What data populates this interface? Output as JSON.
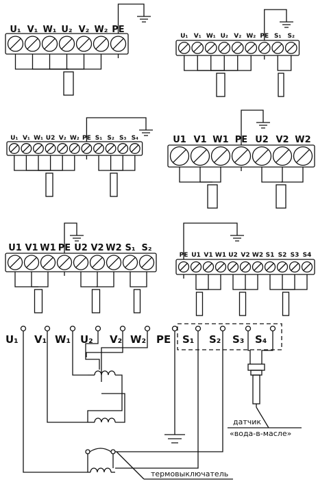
{
  "panels": [
    {
      "id": "a",
      "labels": [
        "U₁",
        "V₁",
        "W₁",
        "U₂",
        "V₂",
        "W₂",
        "PE"
      ]
    },
    {
      "id": "b",
      "labels": [
        "U₁",
        "V₁",
        "W₁",
        "U₂",
        "V₂",
        "W₂",
        "PE",
        "S₁",
        "S₂"
      ]
    },
    {
      "id": "c",
      "labels": [
        "U₁",
        "V₁",
        "W₁",
        "U2",
        "V₂",
        "W₂",
        "PE",
        "S₁",
        "S₂",
        "S₃",
        "S₄"
      ]
    },
    {
      "id": "d",
      "labels": [
        "U1",
        "V1",
        "W1",
        "PE",
        "U2",
        "V2",
        "W2"
      ]
    },
    {
      "id": "e",
      "labels": [
        "U1",
        "V1",
        "W1",
        "PE",
        "U2",
        "V2",
        "W2",
        "S₁",
        "S₂"
      ]
    },
    {
      "id": "f",
      "labels": [
        "PE",
        "U1",
        "V1",
        "W1",
        "U2",
        "V2",
        "W2",
        "S1",
        "S2",
        "S3",
        "S4"
      ]
    }
  ],
  "schematic": {
    "terminals": [
      "U₁",
      "V₁",
      "W₁",
      "U₂",
      "V₂",
      "W₂",
      "PE",
      "S₁",
      "S₂",
      "S₃",
      "S₄"
    ],
    "sensor_caption_1": "датчик",
    "sensor_caption_2": "«вода-в-масле»",
    "thermal_switch_caption": "термовыключатель"
  }
}
